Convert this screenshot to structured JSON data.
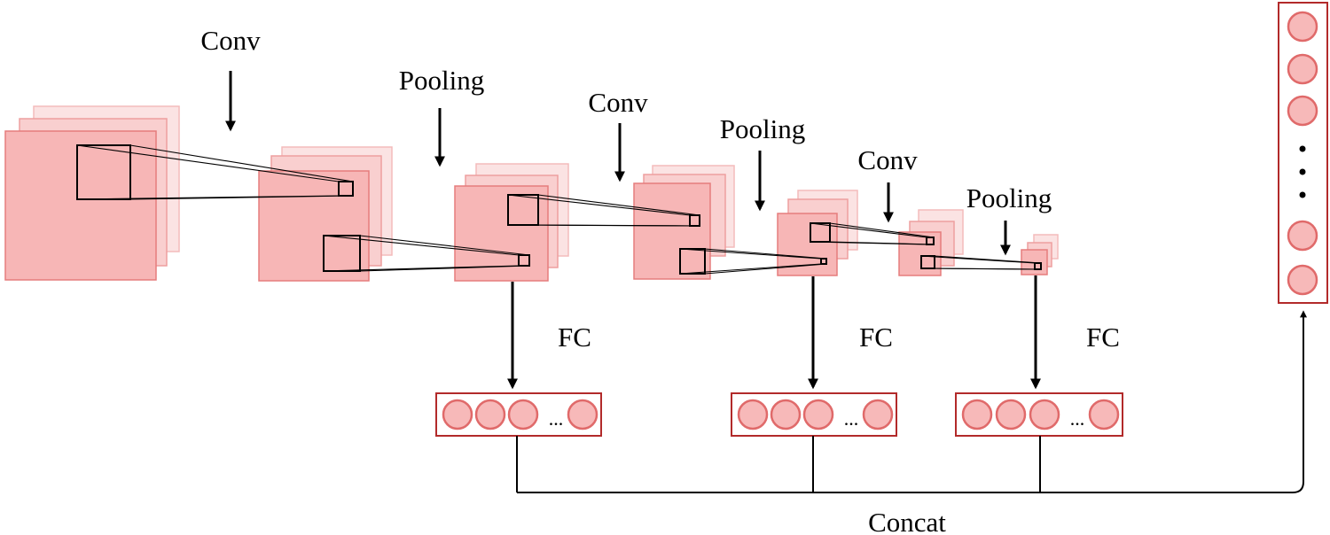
{
  "labels": {
    "conv1": "Conv",
    "pool1": "Pooling",
    "conv2": "Conv",
    "pool2": "Pooling",
    "conv3": "Conv",
    "pool3": "Pooling",
    "fc1": "FC",
    "fc2": "FC",
    "fc3": "FC",
    "concat": "Concat",
    "ellipsis": "..."
  },
  "colors": {
    "feature_map": "#f7b6b6",
    "neuron_fill": "#f7b9b9",
    "vector_border": "#b22a2a"
  }
}
